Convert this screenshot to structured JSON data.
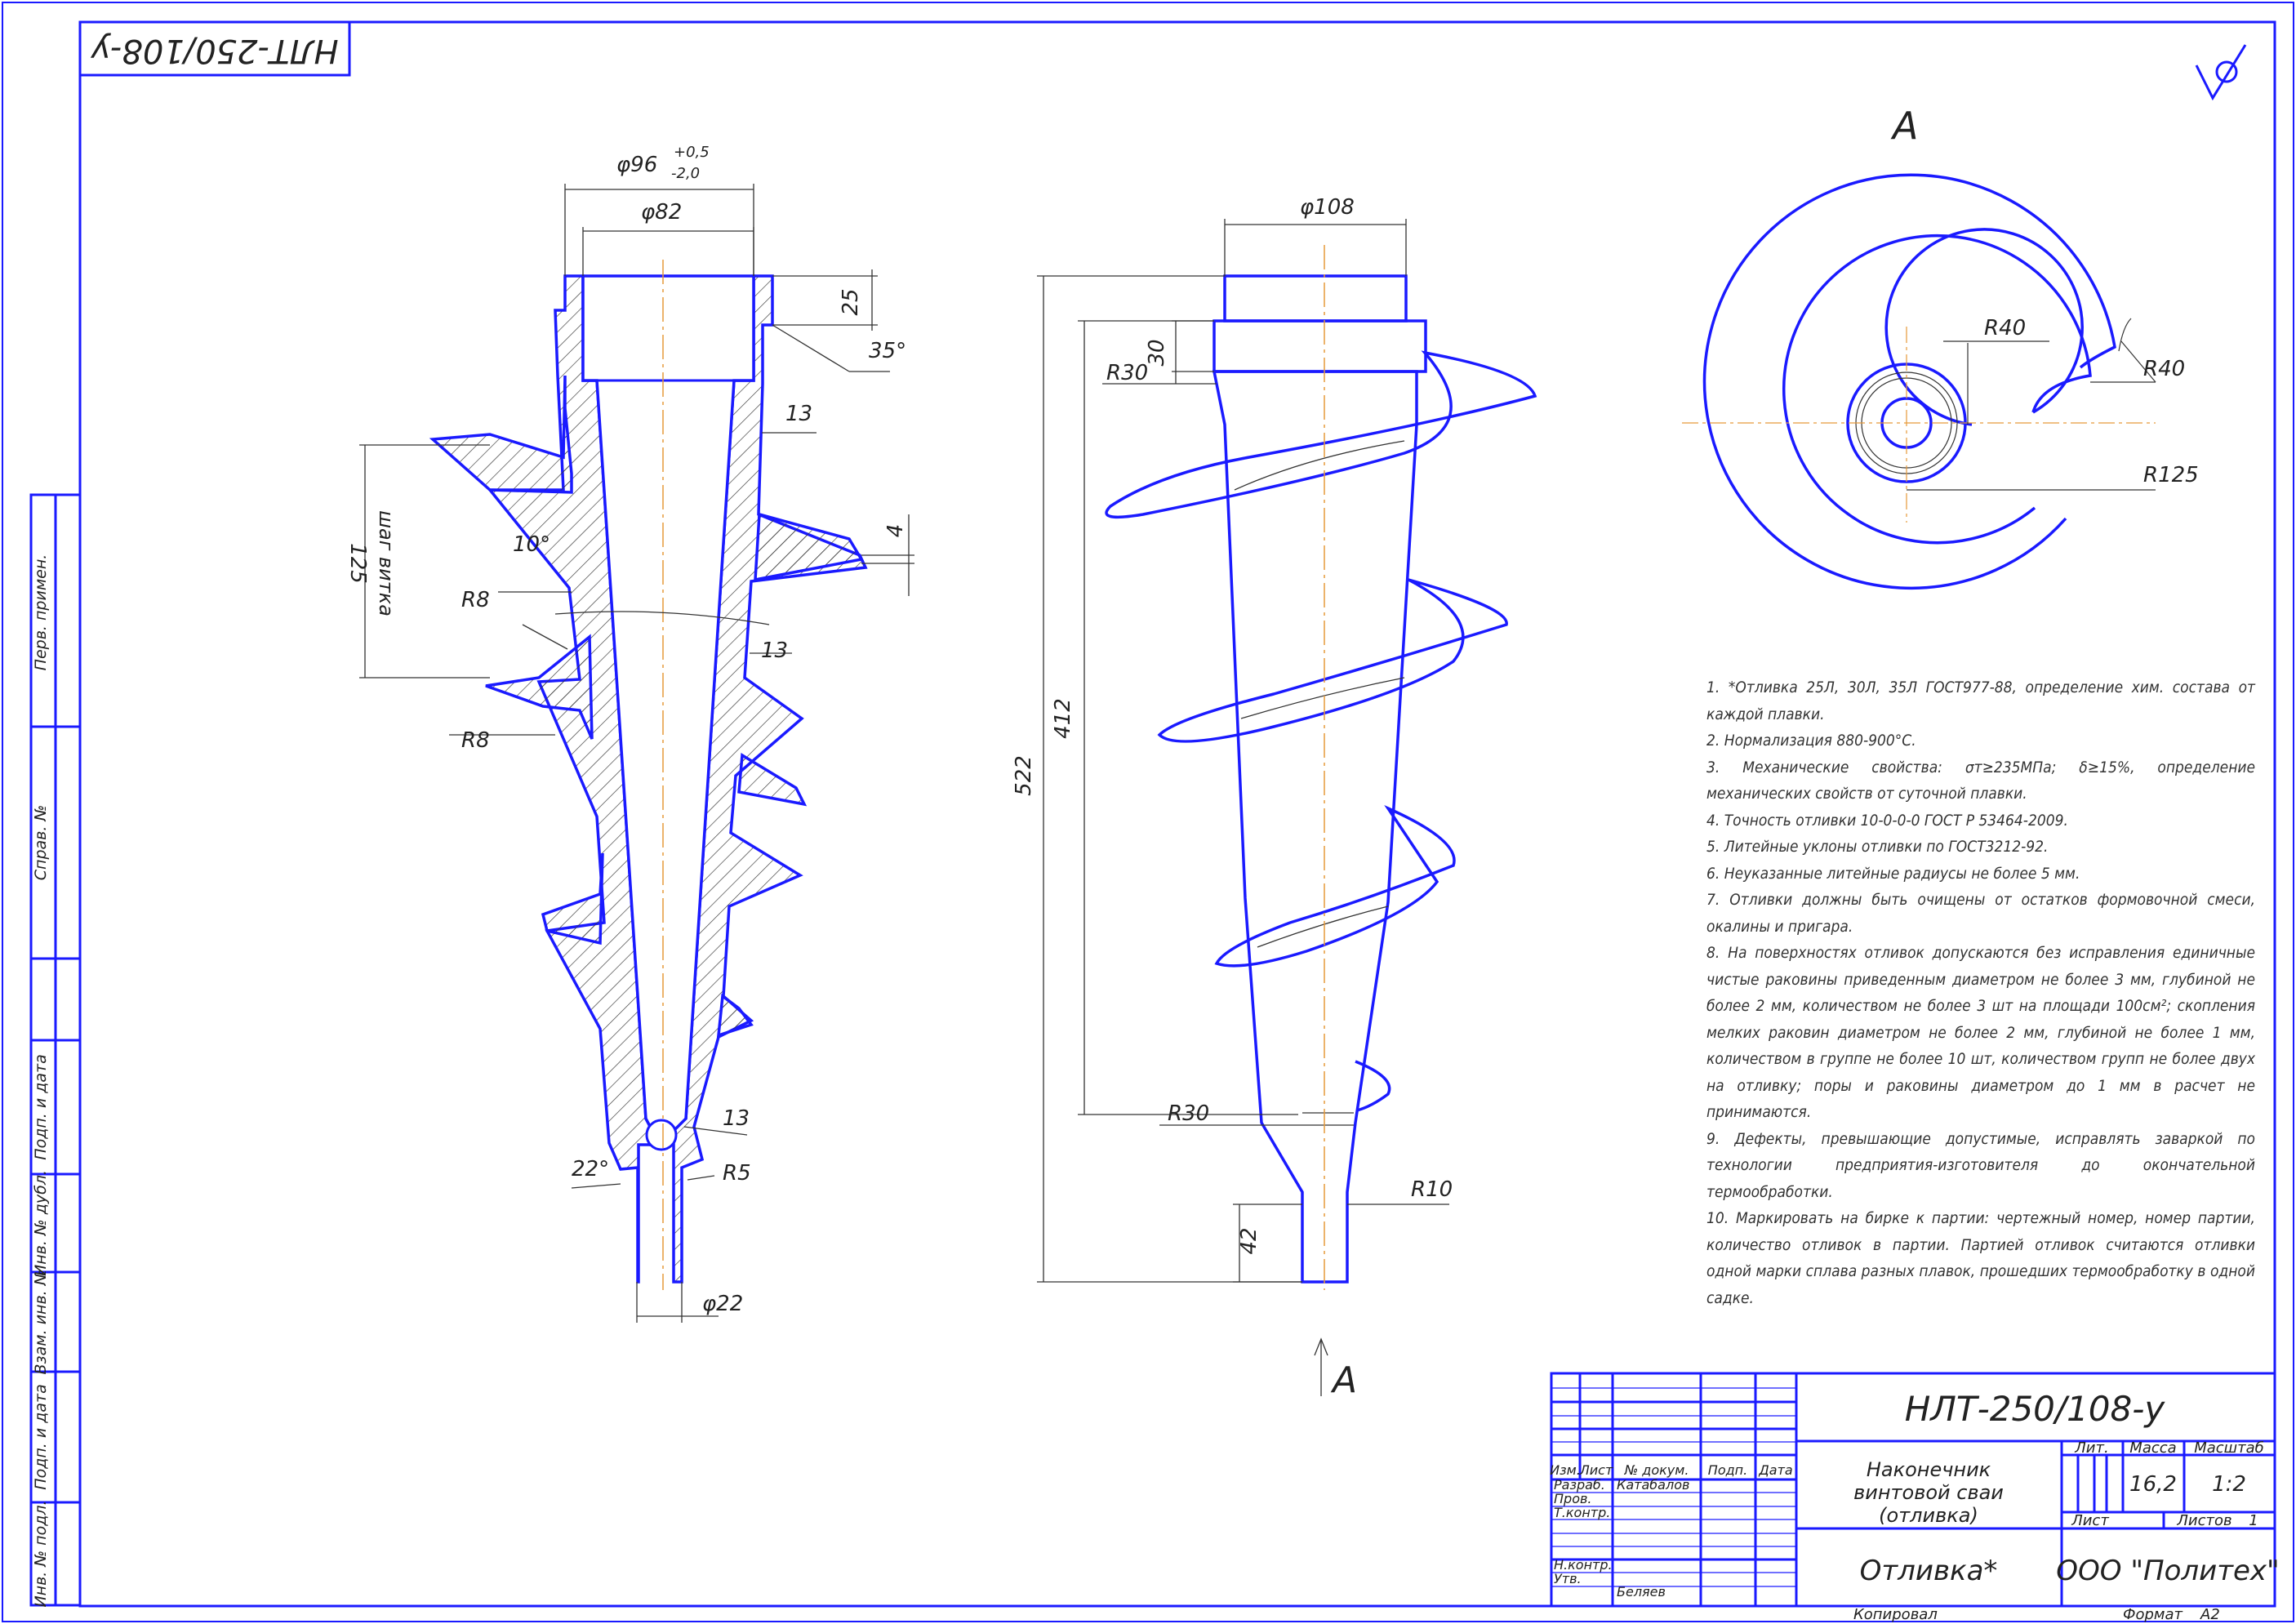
{
  "stamp": {
    "rotated_code": "НЛТ-250/108-у",
    "surface_mark": "roughness-check-icon"
  },
  "section_view": {
    "dimensions": {
      "d96": "φ96",
      "d96_tol_upper": "+0,5",
      "d96_tol_lower": "-2,0",
      "d82": "φ82",
      "h25": "25",
      "a35": "35°",
      "t13_top": "13",
      "pitch": "125",
      "pitch_label": "шаг витка",
      "a10": "10°",
      "r8_top": "R8",
      "r8_bottom": "R8",
      "t13_mid": "13",
      "w4": "4",
      "t13_low": "13",
      "a22": "22°",
      "r5": "R5",
      "d22": "φ22"
    }
  },
  "side_view": {
    "dimensions": {
      "d108": "φ108",
      "h30": "30",
      "r30_top": "R30",
      "l412": "412",
      "l522": "522",
      "r30_bottom": "R30",
      "r10": "R10",
      "h42": "42"
    },
    "section_arrow": "A"
  },
  "view_a": {
    "title": "A",
    "r40_inner": "R40",
    "r40_outer": "R40",
    "r125": "R125"
  },
  "notes": [
    {
      "num": "1.",
      "text": "*Отливка 25Л, 30Л, 35Л ГОСТ977-88, определение хим. состава от каждой плавки."
    },
    {
      "num": "2.",
      "text": "Нормализация 880-900°С."
    },
    {
      "num": "3.",
      "text": "Механические свойства: σт≥235МПа; δ≥15%, определение механических свойств от суточной плавки."
    },
    {
      "num": "4.",
      "text": "Точность отливки 10-0-0-0 ГОСТ Р 53464-2009."
    },
    {
      "num": "5.",
      "text": "Литейные уклоны отливки по ГОСТ3212-92."
    },
    {
      "num": "6.",
      "text": "Неуказанные литейные радиусы не более 5 мм."
    },
    {
      "num": "7.",
      "text": "Отливки должны быть очищены от остатков формовочной смеси, окалины и пригара."
    },
    {
      "num": "8.",
      "text": "На поверхностях отливок допускаются без исправления единичные чистые раковины приведенным диаметром не более 3 мм, глубиной не более 2 мм, количеством не более 3 шт на площади 100см²; скопления мелких раковин диаметром не более 2 мм, глубиной не более 1 мм, количеством в группе не более 10 шт, количеством групп не более двух на отливку; поры и раковины диаметром до 1 мм в расчет не принимаются."
    },
    {
      "num": "9.",
      "text": "Дефекты, превышающие допустимые, исправлять заваркой по технологии предприятия-изготовителя до окончательной термообработки."
    },
    {
      "num": "10.",
      "text": "Маркировать на бирке к партии: чертежный номер, номер партии, количество отливок в партии. Партией отливок считаются отливки одной марки сплава разных плавок, прошедших термообработку в одной садке."
    }
  ],
  "side_stamps": [
    "Перв. примен.",
    "Справ. №",
    "Подп. и дата",
    "Инв. № дубл.",
    "Взам. инв. №",
    "Подп. и дата",
    "Инв. № подл."
  ],
  "title_block": {
    "code": "НЛТ-250/108-у",
    "name_line1": "Наконечник",
    "name_line2": "винтовой сваи",
    "name_line3": "(отливка)",
    "material": "Отливка*",
    "company": "ООО \"Политех\"",
    "h_izm": "Изм.",
    "h_list": "Лист",
    "h_doc": "№ докум.",
    "h_podp": "Подп.",
    "h_date": "Дата",
    "r_razrab": "Разраб.",
    "razrab_name": "Катабалов",
    "r_prov": "Пров.",
    "r_tkontr": "Т.контр.",
    "r_nkontr": "Н.контр.",
    "r_utv": "Утв.",
    "utv_name": "Беляев",
    "h_lit": "Лит.",
    "h_massa": "Масса",
    "h_masshtab": "Масштаб",
    "massa": "16,2",
    "masshtab": "1:2",
    "list_label": "Лист",
    "listov_label": "Листов",
    "listov_value": "1",
    "copied": "Копировал",
    "format_label": "Формат",
    "format_value": "A2"
  }
}
